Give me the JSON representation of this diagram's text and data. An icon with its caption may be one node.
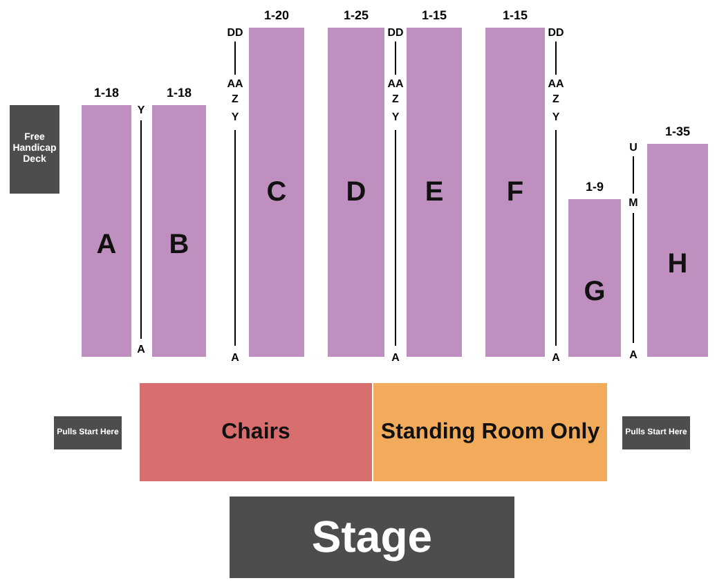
{
  "diagram": {
    "nodes": [
      {
        "text": [
          "Free Handicap Deck"
        ]
      },
      {
        "text": [
          "A"
        ],
        "beside": [
          "1-18"
        ]
      },
      {
        "text": [
          "B"
        ],
        "beside": [
          "1-18"
        ]
      },
      {
        "text": [
          "C"
        ],
        "beside": [
          "1-20"
        ]
      },
      {
        "text": [
          "D"
        ],
        "beside": [
          "1-25"
        ]
      },
      {
        "text": [
          "E"
        ],
        "beside": [
          "1-15"
        ]
      },
      {
        "text": [
          "F"
        ],
        "beside": [
          "1-15"
        ]
      },
      {
        "text": [
          "G"
        ],
        "beside": [
          "1-9"
        ]
      },
      {
        "text": [
          "H"
        ],
        "beside": [
          "1-35"
        ]
      },
      {
        "text": [
          "Pulls Start Here"
        ]
      },
      {
        "text": [
          "Chairs"
        ]
      },
      {
        "text": [
          "Standing Room Only"
        ]
      },
      {
        "text": [
          "Pulls Start Here"
        ]
      },
      {
        "text": [
          "Stage"
        ]
      }
    ],
    "edges": [],
    "labels": [
      "Y",
      "A",
      "DD",
      "AA",
      "Z",
      "Y",
      "A",
      "DD",
      "AA",
      "Z",
      "Y",
      "A",
      "DD",
      "AA",
      "Z",
      "Y",
      "A",
      "U",
      "M",
      "A"
    ]
  }
}
